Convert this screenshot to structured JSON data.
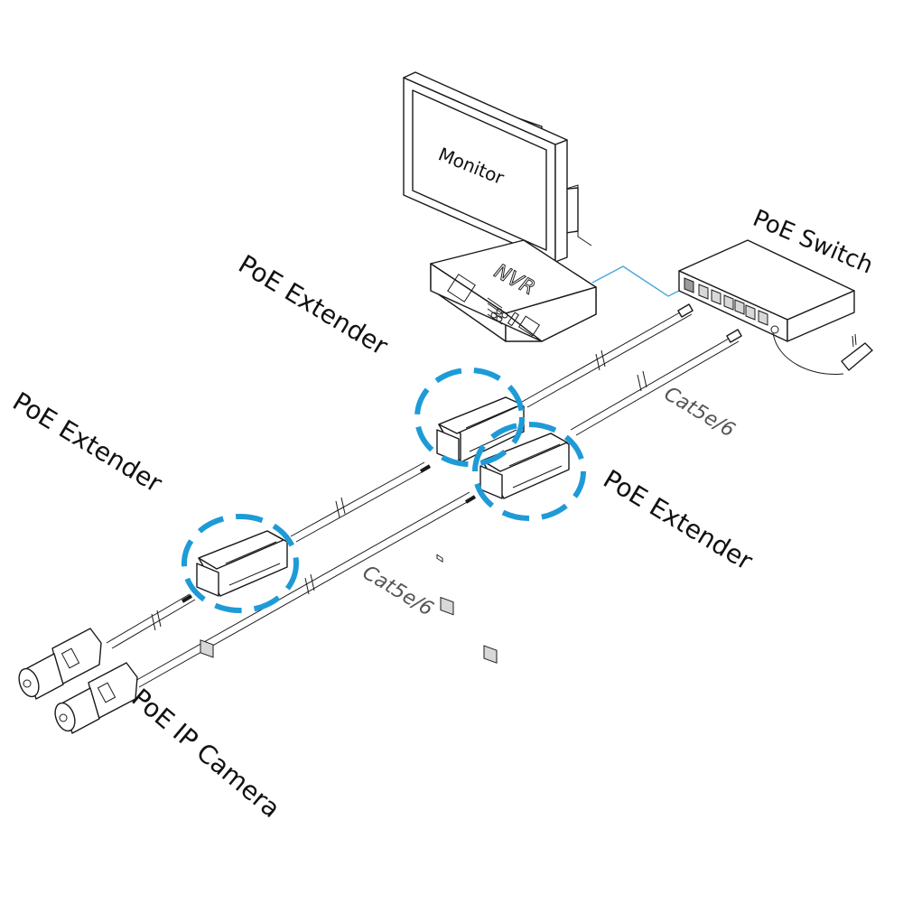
{
  "diagram": {
    "title": "PoE Extender network topology",
    "accent_color": "#1e9bd7",
    "labels": {
      "monitor": "Monitor",
      "nvr": "NVR",
      "poe_switch": "PoE Switch",
      "poe_extender_top": "PoE Extender",
      "poe_extender_left": "PoE Extender",
      "poe_extender_right": "PoE Extender",
      "poe_ip_camera": "PoE IP Camera",
      "cable_upper": "Cat5e/6",
      "cable_lower": "Cat5e/6"
    },
    "devices": [
      {
        "id": "monitor",
        "type": "monitor-icon"
      },
      {
        "id": "nvr",
        "type": "nvr-icon"
      },
      {
        "id": "poe-switch",
        "type": "switch-icon",
        "ports": 7
      },
      {
        "id": "power-adapter",
        "type": "power-adapter-icon"
      },
      {
        "id": "extender-1",
        "type": "poe-extender-icon",
        "highlighted": true
      },
      {
        "id": "extender-2",
        "type": "poe-extender-icon",
        "highlighted": true
      },
      {
        "id": "extender-3",
        "type": "poe-extender-icon",
        "highlighted": true
      },
      {
        "id": "camera-1",
        "type": "ip-camera-icon"
      },
      {
        "id": "camera-2",
        "type": "ip-camera-icon"
      }
    ]
  }
}
